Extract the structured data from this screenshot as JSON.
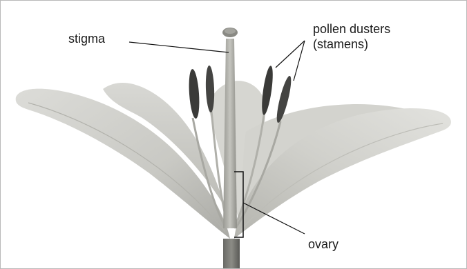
{
  "labels": {
    "stigma": "stigma",
    "pollen_line1": "pollen dusters",
    "pollen_line2": "(stamens)",
    "ovary": "ovary"
  }
}
